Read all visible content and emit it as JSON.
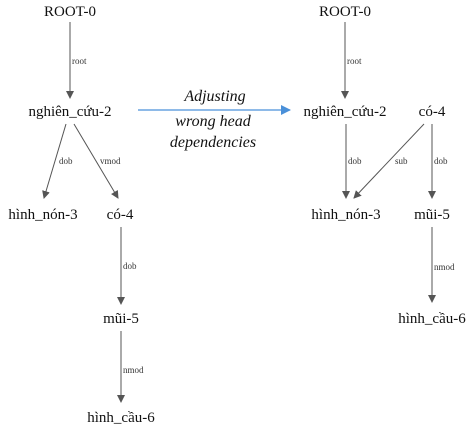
{
  "left_tree": {
    "nodes": {
      "root": "ROOT-0",
      "nghien_cuu": "nghiên_cứu-2",
      "hinh_non": "hình_nón-3",
      "co": "có-4",
      "mui": "mũi-5",
      "hinh_cau": "hình_cầu-6"
    },
    "edges": {
      "root": "root",
      "dob1": "dob",
      "vmod": "vmod",
      "dob2": "dob",
      "nmod": "nmod"
    }
  },
  "middle": {
    "line1": "Adjusting",
    "line2": "wrong head",
    "line3": "dependencies",
    "arrow_color": "#4a90d9"
  },
  "right_tree": {
    "nodes": {
      "root": "ROOT-0",
      "nghien_cuu": "nghiên_cứu-2",
      "co": "có-4",
      "hinh_non": "hình_nón-3",
      "mui": "mũi-5",
      "hinh_cau": "hình_cầu-6"
    },
    "edges": {
      "root": "root",
      "dob1": "dob",
      "sub": "sub",
      "dob2": "dob",
      "nmod": "nmod"
    }
  }
}
